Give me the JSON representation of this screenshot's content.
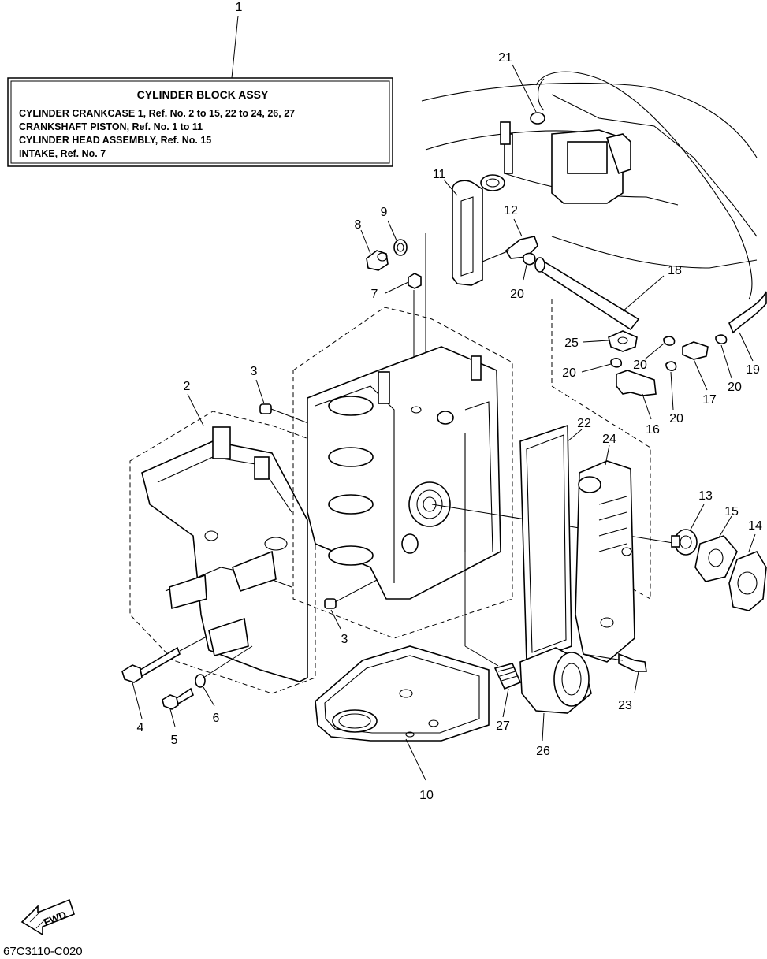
{
  "info_box": {
    "title": "CYLINDER BLOCK ASSY",
    "lines": [
      "CYLINDER CRANKCASE 1,  Ref. No. 2 to 15, 22 to 24, 26, 27",
      "CRANKSHAFT PISTON, Ref. No. 1 to 11",
      "CYLINDER HEAD ASSEMBLY, Ref. No. 15",
      "INTAKE, Ref. No. 7"
    ]
  },
  "callouts": {
    "c1": "1",
    "c2": "2",
    "c3a": "3",
    "c3b": "3",
    "c4": "4",
    "c5": "5",
    "c6": "6",
    "c7": "7",
    "c8": "8",
    "c9": "9",
    "c10": "10",
    "c11": "11",
    "c12": "12",
    "c13": "13",
    "c14": "14",
    "c15": "15",
    "c16": "16",
    "c17": "17",
    "c18": "18",
    "c19": "19",
    "c20a": "20",
    "c20b": "20",
    "c20c": "20",
    "c20d": "20",
    "c20e": "20",
    "c21": "21",
    "c22": "22",
    "c23": "23",
    "c24": "24",
    "c25": "25",
    "c26": "26",
    "c27": "27"
  },
  "fwd_label": "FWD",
  "diagram_code": "67C3110-C020"
}
